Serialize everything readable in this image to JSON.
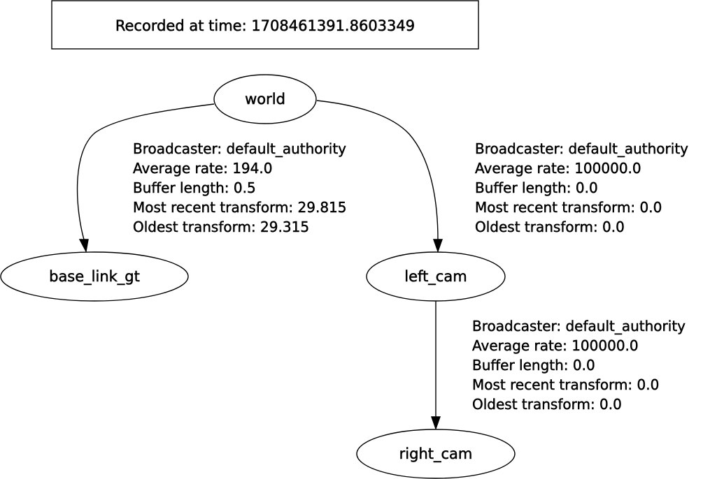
{
  "header": {
    "recorded_text": "Recorded at time: 1708461391.8603349"
  },
  "nodes": {
    "world": "world",
    "base_link_gt": "base_link_gt",
    "left_cam": "left_cam",
    "right_cam": "right_cam"
  },
  "edges": {
    "world_to_base_link_gt": {
      "broadcaster": "Broadcaster: default_authority",
      "average_rate": "Average rate: 194.0",
      "buffer_length": "Buffer length: 0.5",
      "most_recent": "Most recent transform: 29.815",
      "oldest": "Oldest transform: 29.315"
    },
    "world_to_left_cam": {
      "broadcaster": "Broadcaster: default_authority",
      "average_rate": "Average rate: 100000.0",
      "buffer_length": "Buffer length: 0.0",
      "most_recent": "Most recent transform: 0.0",
      "oldest": "Oldest transform: 0.0"
    },
    "left_cam_to_right_cam": {
      "broadcaster": "Broadcaster: default_authority",
      "average_rate": "Average rate: 100000.0",
      "buffer_length": "Buffer length: 0.0",
      "most_recent": "Most recent transform: 0.0",
      "oldest": "Oldest transform: 0.0"
    }
  }
}
